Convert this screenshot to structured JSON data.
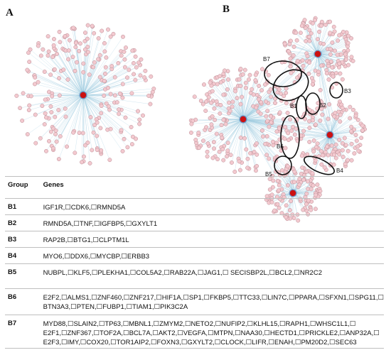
{
  "panels": {
    "a": "A",
    "b": "B"
  },
  "clusters": [
    "B7",
    "B1",
    "B2",
    "B3",
    "B6",
    "B5",
    "B4"
  ],
  "colors": {
    "node": "#f3c9cf",
    "node_stroke": "#b98b93",
    "edge": "#9fcbe0",
    "hub": "#cc1111",
    "hub_mid": "#2a55a0"
  },
  "table": {
    "header": {
      "group": "Group",
      "genes": "Genes"
    },
    "rows": [
      {
        "group": "B1",
        "genes": "IGF1R,☐CDK6,☐RMND5A"
      },
      {
        "group": "B2",
        "genes": "RMND5A,☐TNF,☐IGFBP5,☐GXYLT1"
      },
      {
        "group": "B3",
        "genes": "RAP2B,☐BTG1,☐CLPTM1L"
      },
      {
        "group": "B4",
        "genes": "MYO6,☐DDX6,☐MYCBP,☐ERBB3"
      },
      {
        "group": "B5",
        "genes": "NUBPL,☐KLF5,☐PLEKHA1,☐COL5A2,☐RAB22A,☐JAG1,☐ SECISBP2L,☐BCL2,☐NR2C2"
      },
      {
        "group": "B6",
        "genes": "E2F2,☐ALMS1,☐ZNF460,☐ZNF217,☐HIF1A,☐SP1,☐FKBP5,☐TTC33,☐LIN7C,☐PPARA,☐SFXN1,☐SPG11,☐ BTN3A3,☐PTEN,☐FUBP1,☐TIAM1,☐PIK3C2A"
      },
      {
        "group": "B7",
        "genes": "MYD88,☐SLAIN2,☐TP63,☐MBNL1,☐ZMYM2,☐NETO2,☐NUFIP2,☐KLHL15,☐RAPH1,☐WHSC1L1,☐ E2F1,☐ZNF367,☐TOF2A,☐BCL7A,☐AKT2,☐VEGFA,☐MTPN,☐NAA30,☐HECTD1,☐PRICKLE2,☐ANP32A,☐ E2F3,☐IMY,☐COX20,☐TOR1AIP2,☐FOXN3,☐GXYLT2,☐CLOCK,☐LIFR,☐ENAH,☐PM20D2,☐SEC63"
      }
    ]
  }
}
